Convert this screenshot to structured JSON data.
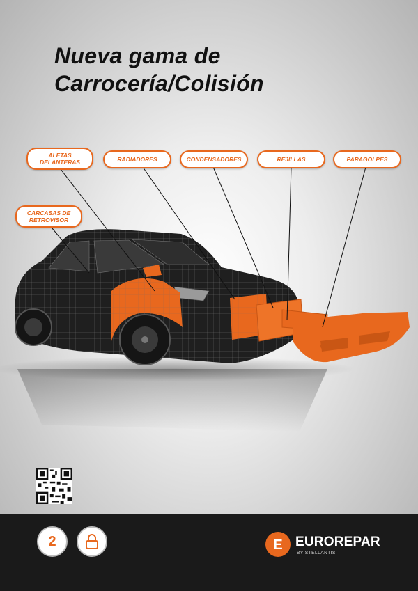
{
  "title": {
    "line1": "Nueva gama de",
    "line2": "Carrocería/Colisión"
  },
  "labels": {
    "aletas": "ALETAS\nDELANTERAS",
    "radiadores": "RADIADORES",
    "condensadores": "CONDENSADORES",
    "rejillas": "REJILLAS",
    "paragolpes": "PARAGOLPES",
    "carcasas": "CARCASAS DE\nRETROVISOR"
  },
  "badges": {
    "warranty_years": "2"
  },
  "brand": {
    "name": "EUROREPAR",
    "sub": "BY STELLANTIS",
    "logo_letter": "E"
  },
  "colors": {
    "accent": "#e8681e",
    "dark": "#1a1a1a"
  },
  "icons": [
    "qr-code-icon",
    "warranty-badge-icon",
    "secure-badge-icon",
    "eurorepar-logo-icon"
  ]
}
